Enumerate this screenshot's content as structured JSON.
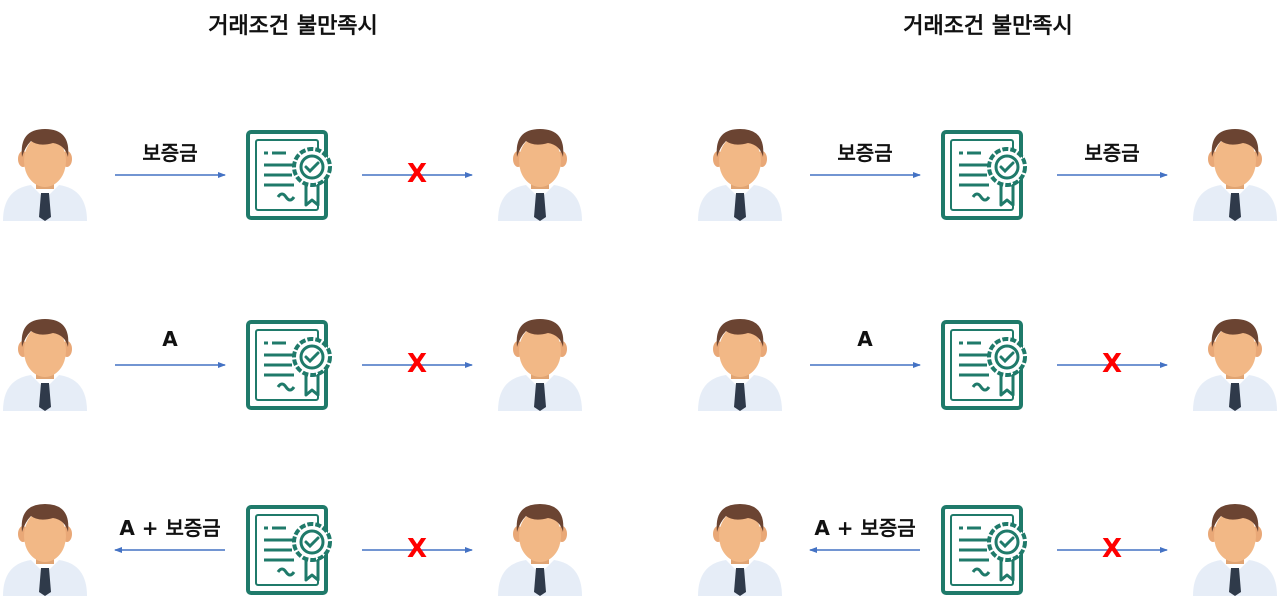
{
  "titles": [
    "거래조건 불만족시",
    "거래조건 불만족시"
  ],
  "blocked_mark": "X",
  "colors": {
    "arrow": "#4472C4",
    "blocked": "#FF0000",
    "certificate": "#1F7A6A",
    "skin": "#F2B886",
    "hair": "#6B4432",
    "shirt": "#E6EDF7",
    "tie": "#2F3A4A"
  },
  "icons": {
    "party": "businessman-icon",
    "contract": "certificate-icon"
  },
  "panels": [
    {
      "rows": [
        {
          "left": {
            "label": "보증금",
            "direction": "to-contract",
            "blocked": false
          },
          "right": {
            "label": "",
            "direction": "to-contract",
            "blocked": true
          }
        },
        {
          "left": {
            "label": "A",
            "direction": "to-contract",
            "blocked": false
          },
          "right": {
            "label": "",
            "direction": "to-contract",
            "blocked": true
          }
        },
        {
          "left": {
            "label": "A + 보증금",
            "direction": "to-party",
            "blocked": false
          },
          "right": {
            "label": "",
            "direction": "to-party",
            "blocked": true
          }
        }
      ]
    },
    {
      "rows": [
        {
          "left": {
            "label": "보증금",
            "direction": "to-contract",
            "blocked": false
          },
          "right": {
            "label": "보증금",
            "direction": "to-contract",
            "blocked": false
          }
        },
        {
          "left": {
            "label": "A",
            "direction": "to-contract",
            "blocked": false
          },
          "right": {
            "label": "",
            "direction": "to-contract",
            "blocked": true
          }
        },
        {
          "left": {
            "label": "A + 보증금",
            "direction": "to-party",
            "blocked": false
          },
          "right": {
            "label": "",
            "direction": "to-party",
            "blocked": true
          }
        }
      ]
    }
  ]
}
